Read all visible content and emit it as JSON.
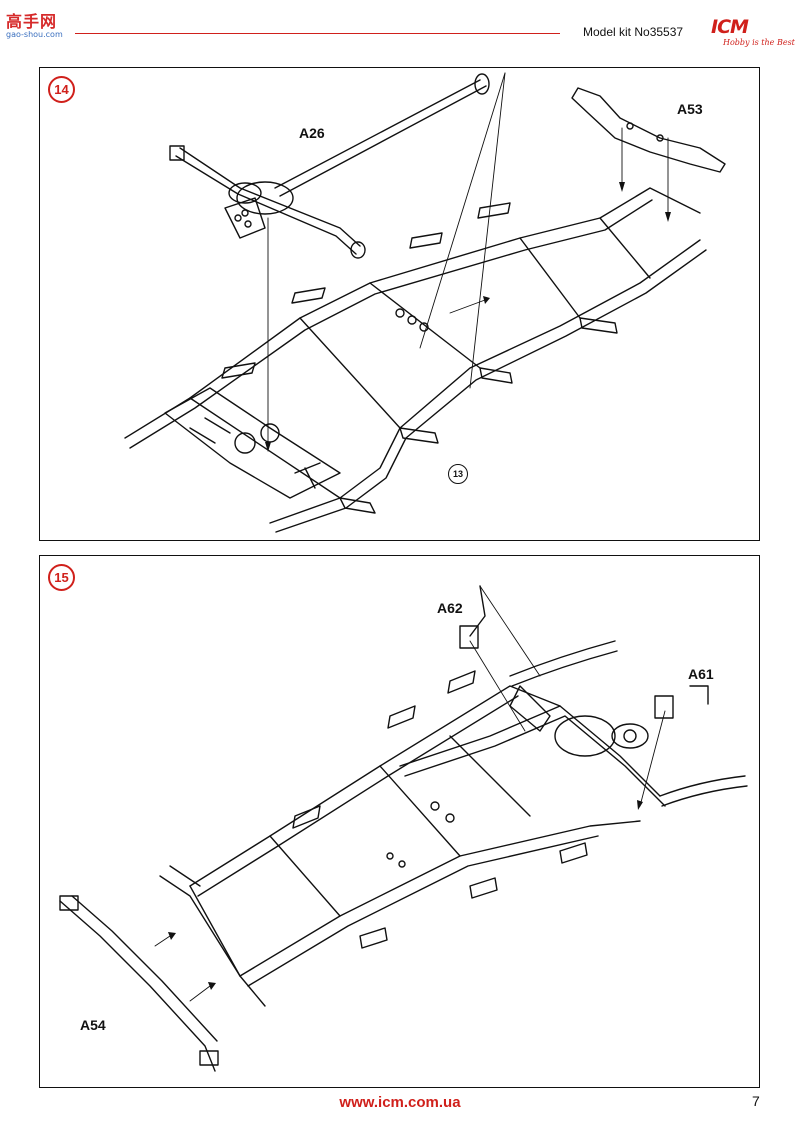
{
  "watermark": {
    "text": "高手网",
    "sub": "gao-shou.com"
  },
  "header": {
    "model_kit": "Model kit No35537",
    "logo": {
      "brand": "ICM",
      "tagline": "Hobby is the Best"
    }
  },
  "steps": [
    {
      "number": "14",
      "labels": {
        "part_a": "A26",
        "part_b": "A53"
      },
      "reference_step": "13"
    },
    {
      "number": "15",
      "labels": {
        "part_a": "A62",
        "part_b": "A61",
        "part_c": "A54"
      }
    }
  ],
  "footer": {
    "url": "www.icm.com.ua",
    "page": "7"
  }
}
